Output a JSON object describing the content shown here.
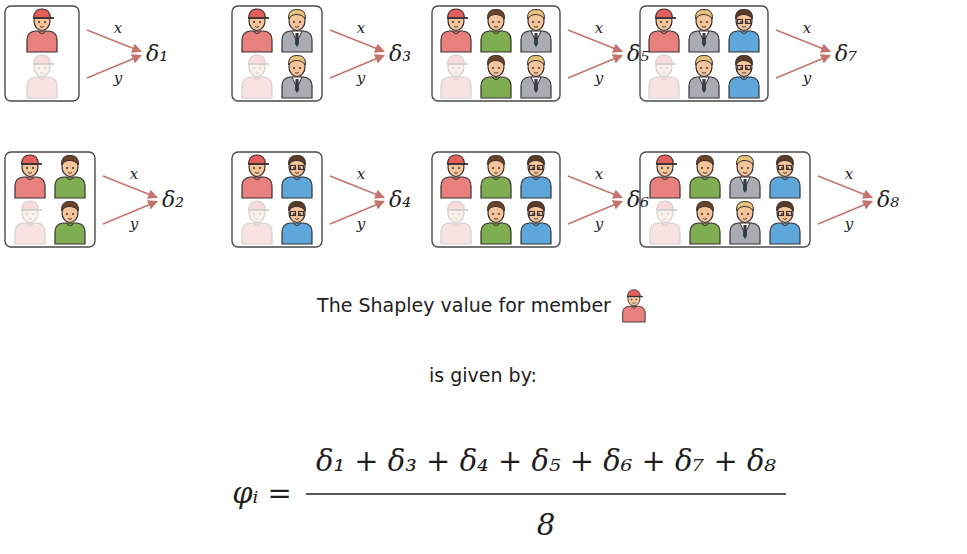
{
  "diagram": {
    "title": "The Shapley value for member",
    "labels": [
      "x",
      "y",
      "δ₁",
      "x",
      "y",
      "δ₂",
      "x",
      "y",
      "δ₃",
      "x",
      "y",
      "δ₄",
      "x",
      "y",
      "δ₅",
      "x",
      "y",
      "δ₆",
      "x",
      "y",
      "δ₇",
      "x",
      "y",
      "δ₈",
      "is given by:",
      "φᵢ =",
      "δ₁ + δ₃ + δ₄ + δ₅ + δ₆ + δ₇ + δ₈",
      "8"
    ]
  }
}
